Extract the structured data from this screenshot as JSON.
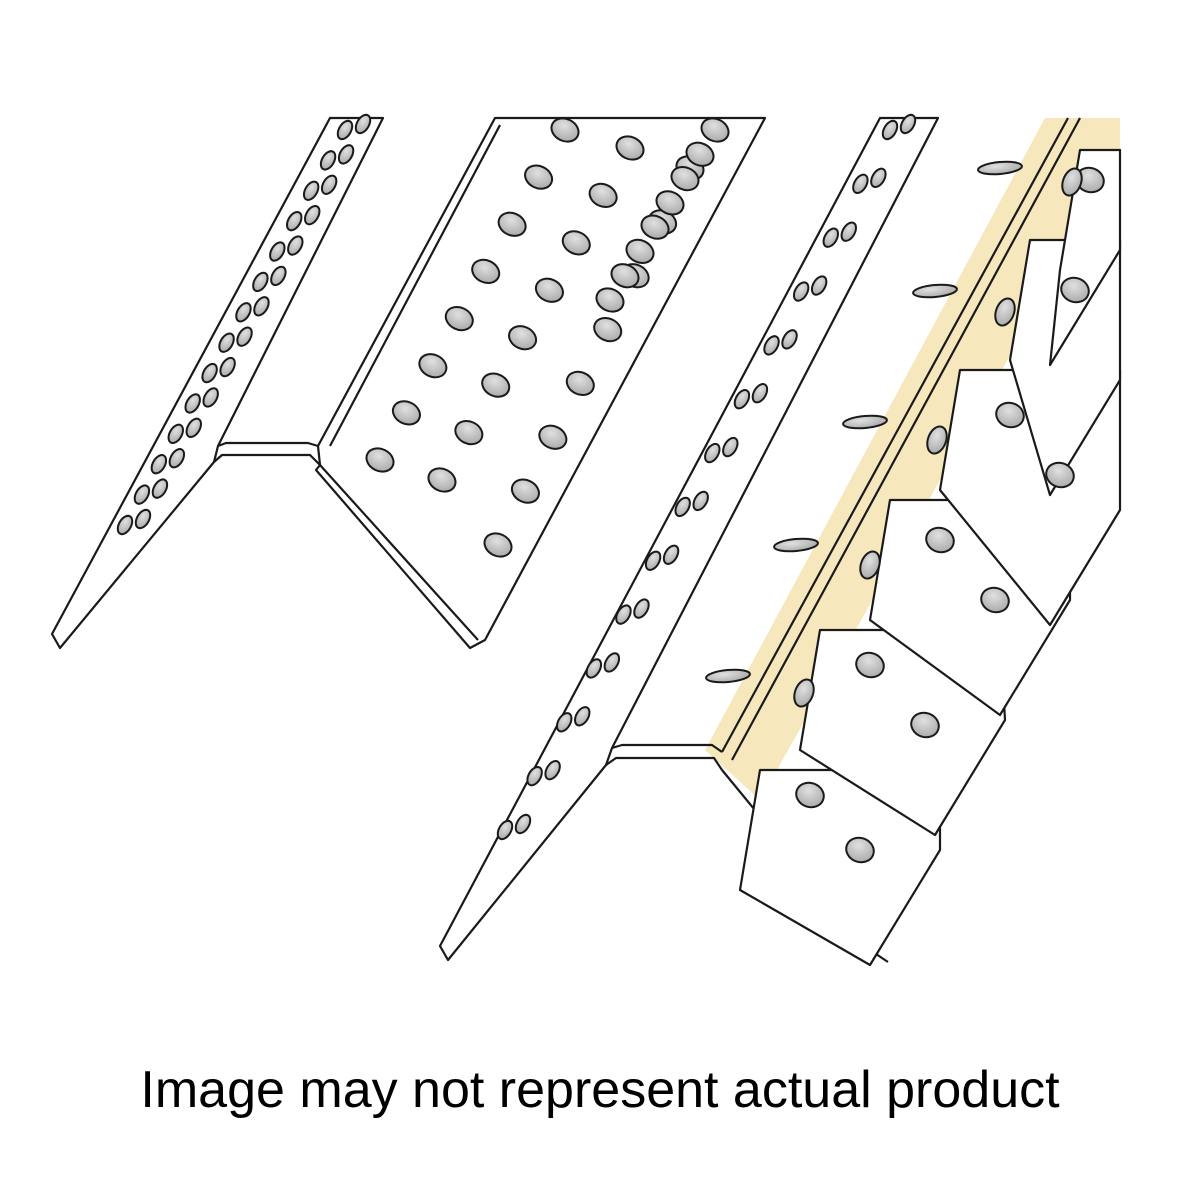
{
  "caption": "Image may not represent actual product",
  "colors": {
    "background": "#ffffff",
    "outline": "#1a1a1a",
    "hole_fill": "#c8c8c8",
    "tape_band": "#f7e7bd"
  },
  "figures": [
    {
      "name": "plain-corner-bead",
      "holes_per_flange": "punched holes on both flanges"
    },
    {
      "name": "taped-corner-bead",
      "detail": "paper tape strip and fastener tabs"
    }
  ]
}
